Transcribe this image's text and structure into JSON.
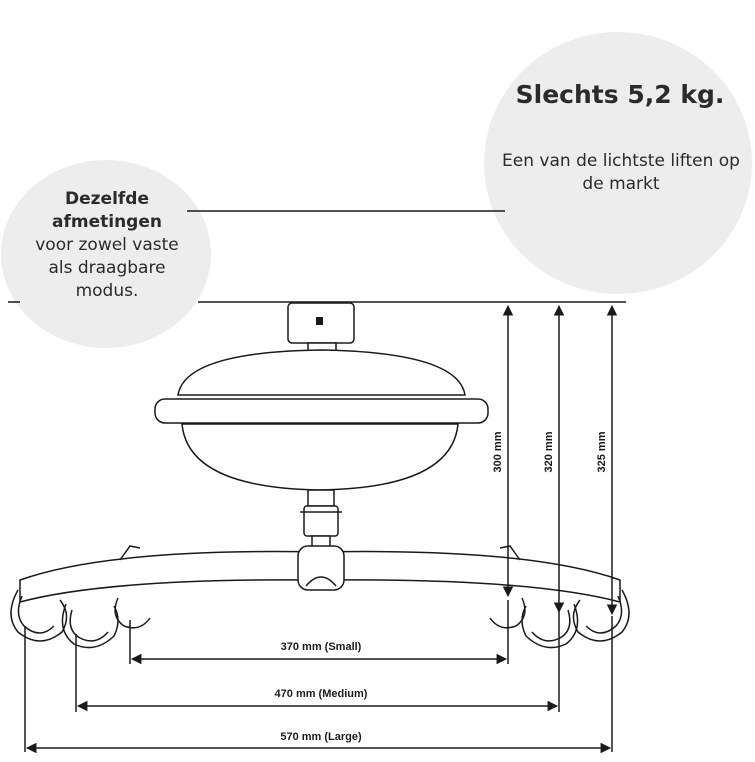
{
  "left_callout": {
    "title_line1": "Dezelfde",
    "title_line2": "afmetingen",
    "text": "voor zowel vaste als draagbare modus."
  },
  "right_callout": {
    "title": "Slechts 5,2 kg.",
    "text": "Een van de lichtste liften op de markt"
  },
  "dimensions": {
    "height_small": "300 mm",
    "height_medium": "320 mm",
    "height_large": "325 mm",
    "width_small": "370 mm (Small)",
    "width_medium": "470 mm (Medium)",
    "width_large": "570 mm (Large)"
  },
  "colors": {
    "line": "#1a1a1a",
    "callout_bg": "#ededed",
    "text": "#2b2b2b"
  }
}
